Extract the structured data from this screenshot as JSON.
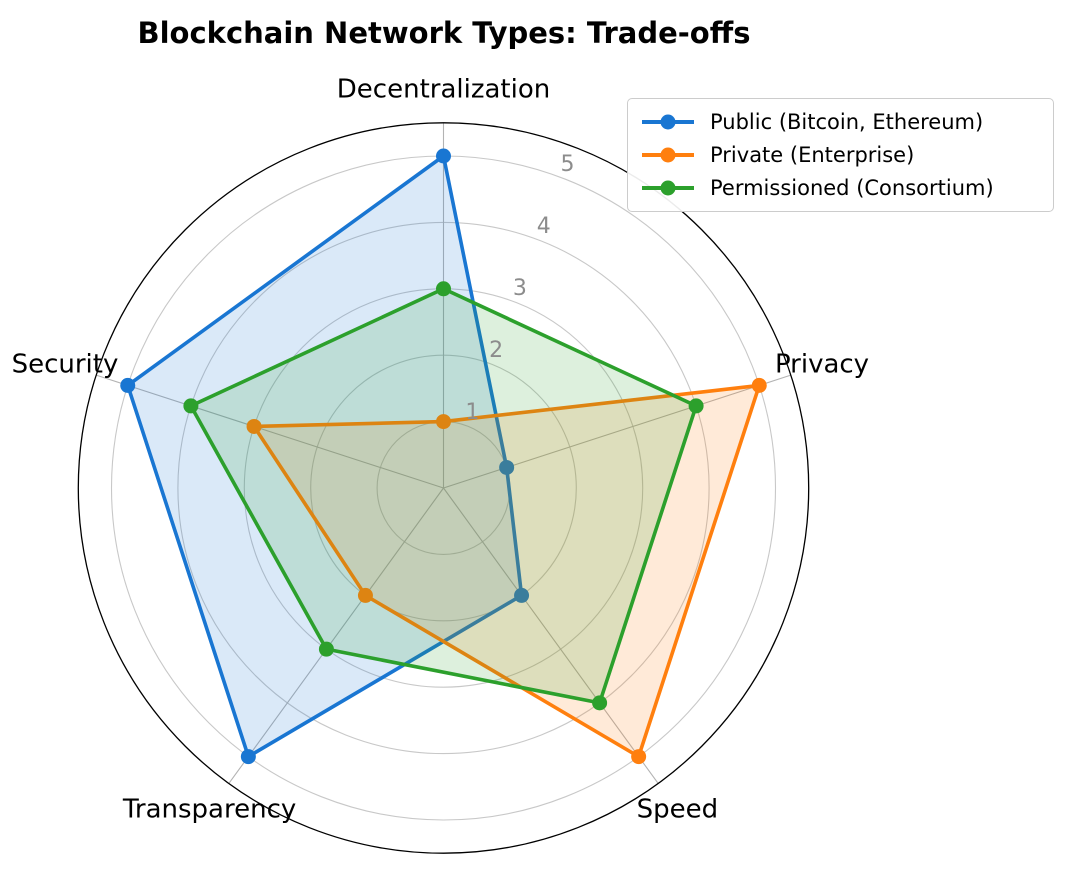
{
  "chart_data": {
    "type": "radar",
    "title": "Blockchain Network Types: Trade-offs",
    "categories": [
      "Decentralization",
      "Privacy",
      "Speed",
      "Transparency",
      "Security"
    ],
    "series": [
      {
        "name": "Public (Bitcoin, Ethereum)",
        "color": "#1976d2",
        "values": [
          5,
          1,
          2,
          5,
          5
        ]
      },
      {
        "name": "Private (Enterprise)",
        "color": "#ff7f0e",
        "values": [
          1,
          5,
          5,
          2,
          3
        ]
      },
      {
        "name": "Permissioned (Consortium)",
        "color": "#2ca02c",
        "values": [
          3,
          4,
          4,
          3,
          4
        ]
      }
    ],
    "radial_ticks": [
      1,
      2,
      3,
      4,
      5
    ],
    "r_limits": [
      0,
      5.5
    ],
    "grid": true,
    "legend_position": "upper right",
    "fill_alpha": 0.16,
    "tick_label_color": "#8c8c8c",
    "ring_color": "#c8c8c8",
    "spoke_color": "#b3b3b3",
    "outline_color": "#000000",
    "axis_label_color": "#000000"
  }
}
